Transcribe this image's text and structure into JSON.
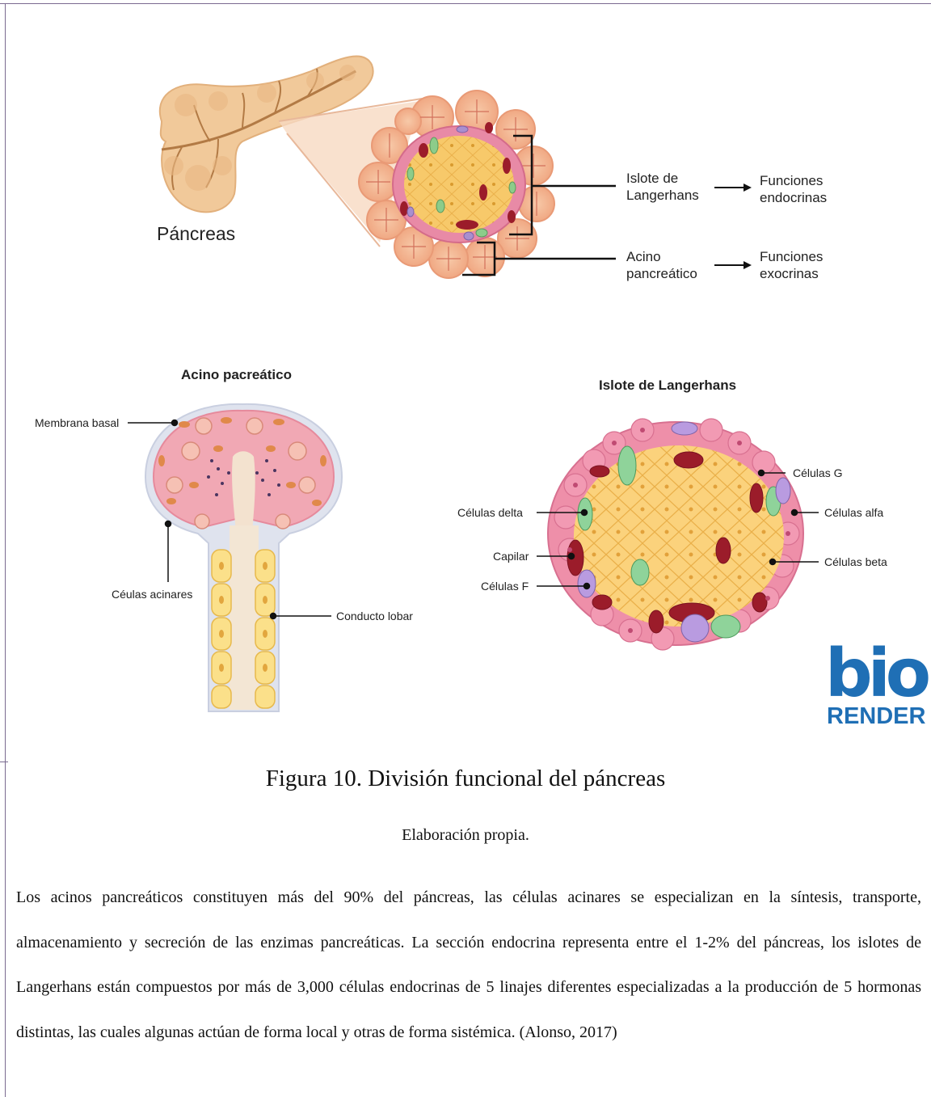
{
  "top_diagram": {
    "organ_label": "Páncreas",
    "islet_label_line1": "Islote de",
    "islet_label_line2": "Langerhans",
    "islet_function_line1": "Funciones",
    "islet_function_line2": "endocrinas",
    "acinus_label_line1": "Acino",
    "acinus_label_line2": "pancreático",
    "acinus_function_line1": "Funciones",
    "acinus_function_line2": "exocrinas"
  },
  "acinus_diagram": {
    "title": "Acino pacreático",
    "membrane_label": "Membrana basal",
    "acinar_cells_label": "Céulas acinares",
    "duct_label": "Conducto lobar"
  },
  "islet_diagram": {
    "title": "Islote de Langerhans",
    "g_cells_label": "Células G",
    "alpha_cells_label": "Células alfa",
    "beta_cells_label": "Células beta",
    "delta_cells_label": "Células delta",
    "capillary_label": "Capilar",
    "f_cells_label": "Células F"
  },
  "logo": {
    "line1": "bio",
    "line2": "RENDER",
    "color": "#1f6fb5"
  },
  "caption": {
    "title": "Figura 10. División funcional del páncreas",
    "subtitle": "Elaboración propia."
  },
  "paragraph": "Los acinos pancreáticos constituyen más del 90% del páncreas, las células acinares se especializan en la síntesis, transporte, almacenamiento y secreción de las enzimas pancreáticas. La sección endocrina representa entre el 1-2% del páncreas, los islotes de Langerhans están compuestos por más de 3,000 células endocrinas de 5 linajes diferentes especializadas a la producción de 5 hormonas distintas, las cuales algunas actúan de forma local y otras de forma sistémica. (Alonso, 2017)"
}
